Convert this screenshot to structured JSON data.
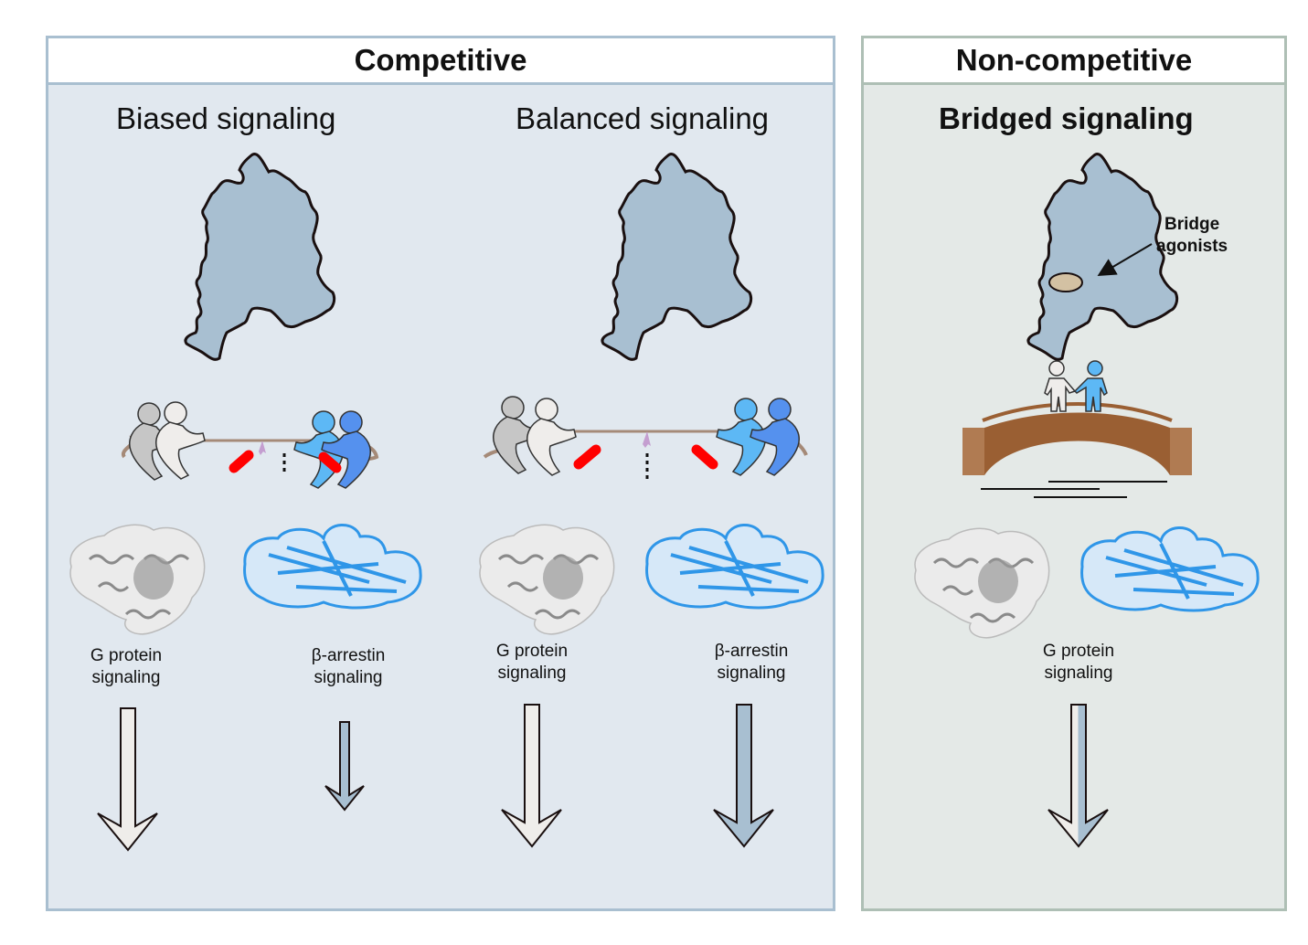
{
  "panels": {
    "competitive": {
      "title": "Competitive",
      "sections": [
        {
          "subtitle": "Biased signaling",
          "labels": {
            "g_protein": "G protein\nsignaling",
            "arrestin": "β-arrestin\nsignaling"
          },
          "g_protein_arrow": "large",
          "arrestin_arrow": "small"
        },
        {
          "subtitle": "Balanced signaling",
          "labels": {
            "g_protein": "G protein\nsignaling",
            "arrestin": "β-arrestin\nsignaling"
          },
          "g_protein_arrow": "large",
          "arrestin_arrow": "large"
        }
      ]
    },
    "non_competitive": {
      "title": "Non-competitive",
      "subtitle": "Bridged signaling",
      "callout": "Bridge\nagonists",
      "label": "G protein\nsignaling"
    }
  },
  "colors": {
    "receptor": "#a8bfd1",
    "agonist": "#d3c1a3",
    "g_protein_arrow": "#efedea",
    "arrestin_arrow": "#a8bfd1",
    "rope": "#a58a78",
    "marker": "#ff0000",
    "bridge": "#9a5f33",
    "bridge_pillar": "#b07b52",
    "figure_gray": "#c6c6c6",
    "figure_white": "#efedeb",
    "figure_lightblue": "#5db8f5",
    "figure_blue": "#5591ee",
    "arrestin_protein": "#2f96e8"
  }
}
